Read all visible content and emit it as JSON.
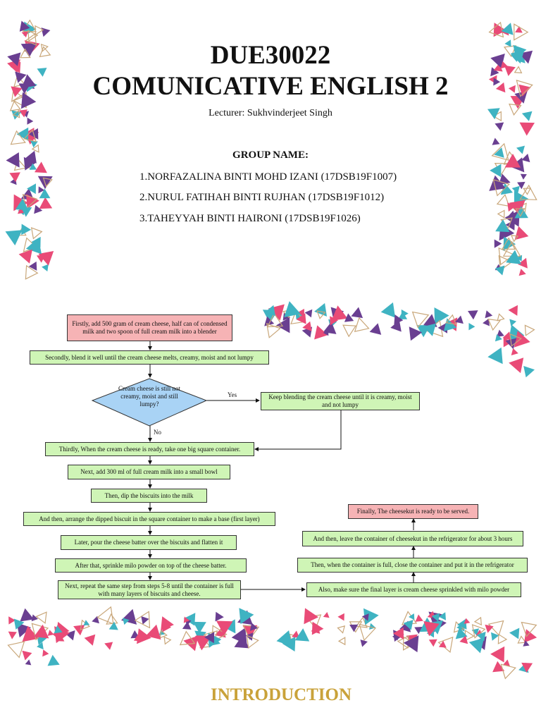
{
  "header": {
    "course_code": "DUE30022",
    "course_name": "COMUNICATIVE ENGLISH 2",
    "lecturer": "Lecturer: Sukhvinderjeet Singh",
    "group_heading": "GROUP NAME:",
    "members": [
      "1.NORFAZALINA BINTI MOHD IZANI (17DSB19F1007)",
      "2.NURUL FATIHAH BINTI RUJHAN (17DSB19F1012)",
      "3.TAHEYYAH BINTI HAIRONI (17DSB19F1026)"
    ]
  },
  "flowchart": {
    "start": "Firstly, add 500 gram of cream cheese, half can of condensed milk and two spoon of full cream milk into a blender",
    "step_blend": "Secondly, blend it well until the cream cheese melts, creamy, moist and not lumpy",
    "decision": "Cream cheese is still not creamy, moist and still lumpy?",
    "yes_label": "Yes",
    "no_label": "No",
    "keep_blending": "Keep blending the cream cheese until it is creamy, moist and not lumpy",
    "step_container": "Thirdly, When the cream cheese is ready, take one big square container.",
    "step_milk": "Next, add 300 ml of full cream milk into a small bowl",
    "step_dip": "Then, dip the biscuits into the milk",
    "step_arrange": "And then, arrange the dipped biscuit in the square container to make a base (first layer)",
    "step_pour": "Later, pour the cheese batter over the biscuits and flatten it",
    "step_sprinkle": "After that, sprinkle milo powder on top of the cheese batter.",
    "step_repeat": "Next, repeat the same step from steps 5-8 until the container is full with many layers of biscuits and cheese.",
    "step_final_layer": "Also, make sure the final layer is cream cheese sprinkled with milo powder",
    "step_close": "Then, when the container is full, close the container and put it in the refrigerator",
    "step_leave": "And then, leave the container of cheesekut in the refrigerator for about 3 hours",
    "end": "Finally, The cheesekut is ready to be served."
  },
  "footer": {
    "section_title": "INTRODUCTION"
  },
  "colors": {
    "process_fill": "#cff5b6",
    "terminal_fill": "#f6b3b5",
    "decision_fill": "#a9d3f5",
    "intro_gold": "#c9a23a",
    "confetti": [
      "#6a3f91",
      "#e94b77",
      "#3fb3c2",
      "#c9a77a"
    ]
  }
}
